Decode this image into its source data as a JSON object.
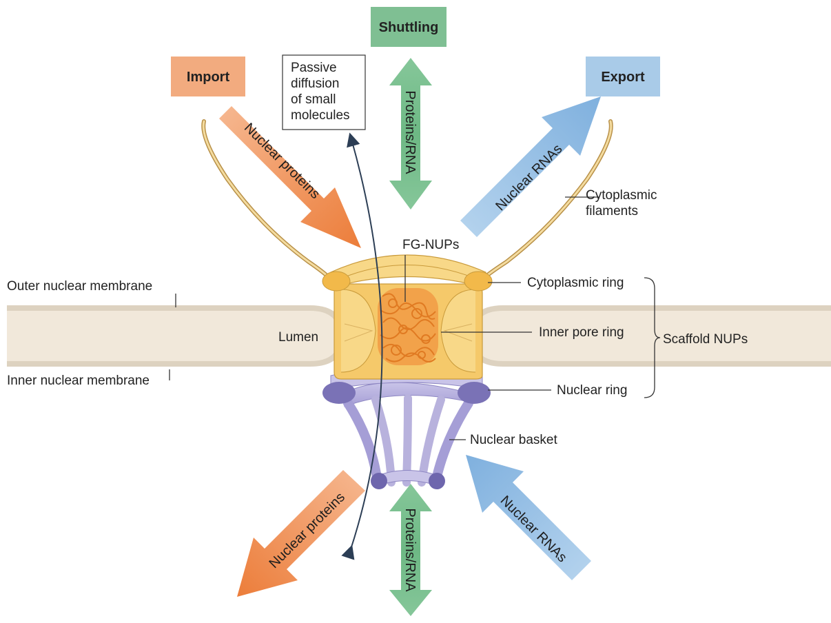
{
  "headers": {
    "import": "Import",
    "shuttling": "Shuttling",
    "export": "Export"
  },
  "arrow_labels": {
    "nuclear_proteins_in": "Nuclear proteins",
    "proteins_rna_top": "Proteins/RNA",
    "nuclear_rnas_out": "Nuclear RNAs",
    "nuclear_proteins_bottom": "Nuclear proteins",
    "proteins_rna_bottom": "Proteins/RNA",
    "nuclear_rnas_bottom": "Nuclear RNAs"
  },
  "passive_box": {
    "lines": [
      "Passive",
      "diffusion",
      "of small",
      "molecules"
    ]
  },
  "labels": {
    "cytoplasmic_filaments_1": "Cytoplasmic",
    "cytoplasmic_filaments_2": "filaments",
    "fg_nups": "FG-NUPs",
    "cytoplasmic_ring": "Cytoplasmic ring",
    "inner_pore_ring": "Inner pore ring",
    "scaffold_nups": "Scaffold NUPs",
    "nuclear_ring": "Nuclear ring",
    "nuclear_basket": "Nuclear basket",
    "outer_nuclear_membrane": "Outer nuclear membrane",
    "inner_nuclear_membrane": "Inner nuclear membrane",
    "lumen": "Lumen"
  },
  "colors": {
    "import": "#f0a77a",
    "import_arrow": "#ec8a4a",
    "shuttling": "#7fbf93",
    "export": "#a9cbe8",
    "export_arrow": "#8ab8e0",
    "membrane": "#efe6d8",
    "scaffold": "#f6d07a",
    "fg": "#f0a040",
    "basket": "#b8b2dd",
    "basket_dark": "#7d75b8"
  }
}
